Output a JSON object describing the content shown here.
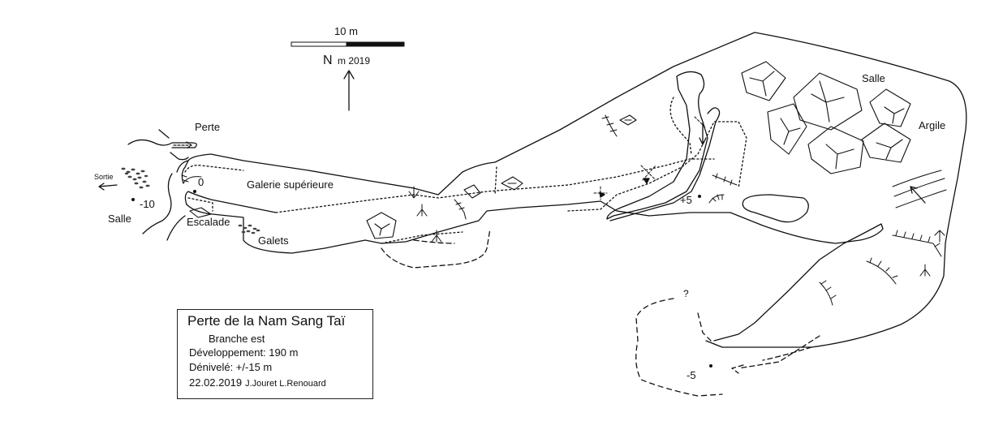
{
  "scale": {
    "label": "10 m"
  },
  "north": {
    "label": "N",
    "suffix": "m 2019"
  },
  "labels": {
    "perte": "Perte",
    "sortie": "Sortie",
    "depth_m10": "-10",
    "salle_west": "Salle",
    "depth_0": "0",
    "galerie_superieure": "Galerie supérieure",
    "escalade": "Escalade",
    "galets": "Galets",
    "depth_p5": "+5",
    "salle_east": "Salle",
    "argile": "Argile",
    "question": "?",
    "depth_m5": "-5"
  },
  "legend": {
    "title": "Perte de la Nam Sang Taï",
    "subtitle": "Branche est",
    "development": "Développement: 190 m",
    "elevation": "Dénivelé: +/-15 m",
    "date": "22.02.2019",
    "authors": "J.Jouret  L.Renouard"
  },
  "colors": {
    "ink": "#111111",
    "background": "#ffffff"
  }
}
